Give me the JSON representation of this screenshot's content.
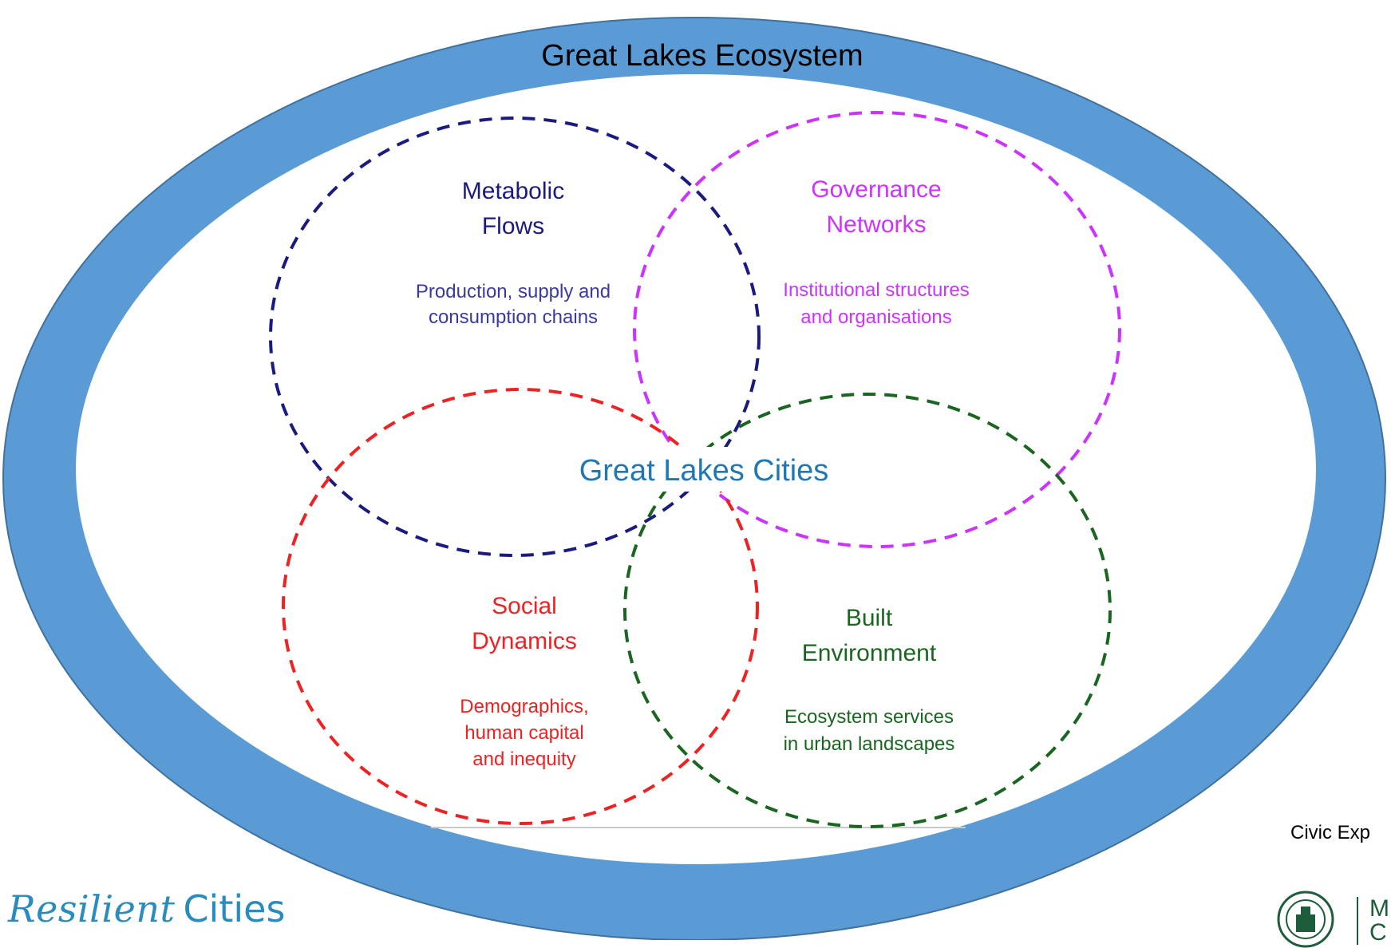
{
  "outer_title": "Great Lakes Ecosystem",
  "center_label": "Great Lakes Cities",
  "domains": [
    {
      "id": "metabolic",
      "title_lines": [
        "Metabolic",
        "Flows"
      ],
      "desc_lines": [
        "Production, supply and",
        "consumption chains"
      ],
      "color": "#1a1a80"
    },
    {
      "id": "governance",
      "title_lines": [
        "Governance",
        "Networks"
      ],
      "desc_lines": [
        "Institutional structures",
        "and organisations"
      ],
      "color": "#cc33ff"
    },
    {
      "id": "social",
      "title_lines": [
        "Social",
        "Dynamics"
      ],
      "desc_lines": [
        "Demographics,",
        "human capital",
        "and inequity"
      ],
      "color": "#ee2222"
    },
    {
      "id": "built",
      "title_lines": [
        "Built",
        "Environment"
      ],
      "desc_lines": [
        "Ecosystem services",
        "in urban landscapes"
      ],
      "color": "#1a6620"
    }
  ],
  "colors": {
    "ring": "#5b9bd5",
    "ring_edge": "#41719c",
    "inner": "#ffffff",
    "center_text": "#1f77b4",
    "brand": "#2a8bbf",
    "university": "#1d5d3c"
  },
  "footer": {
    "brand_italic": "Resilient",
    "brand_plain": "Cities",
    "civic_text": "Civic Exp",
    "university_text_1": "M",
    "university_text_2": "C",
    "seal_icon": "university-seal-icon"
  }
}
